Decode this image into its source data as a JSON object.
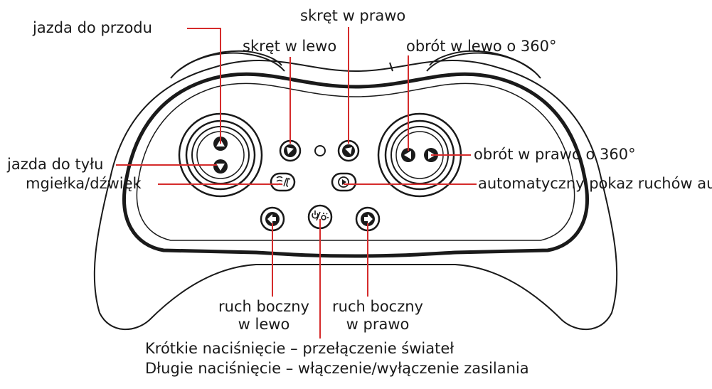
{
  "labels": {
    "forward": "jazda do przodu",
    "turn_left": "skręt w lewo",
    "turn_right": "skręt w prawo",
    "rotate_left": "obrót w lewo o 360°",
    "rotate_right": "obrót w prawo o 360°",
    "backward": "jazda do tyłu",
    "mist_sound": "mgiełka/dźwięk",
    "auto_demo": "automatyczny pokaz ruchów auta",
    "side_left_line1": "ruch boczny",
    "side_left_line2": "w lewo",
    "side_right_line1": "ruch boczny",
    "side_right_line2": "w prawo",
    "short_press": "Krótkie naciśnięcie – przełączenie świateł",
    "long_press": "Długie naciśnięcie – włączenie/wyłączenie zasilania"
  },
  "colors": {
    "leader_line": "#d52b2b",
    "outline": "#1a1a1a",
    "background": "#ffffff"
  },
  "icons": {
    "left_stick": [
      "arrow-up-icon",
      "arrow-down-icon"
    ],
    "right_stick": [
      "arrow-left-icon",
      "arrow-right-icon"
    ],
    "buttons": [
      "arrow-up-left-icon",
      "led-icon",
      "arrow-up-right-icon",
      "mist-sound-icon",
      "play-icon",
      "arrow-left-icon",
      "power-light-icon",
      "arrow-right-icon"
    ]
  }
}
